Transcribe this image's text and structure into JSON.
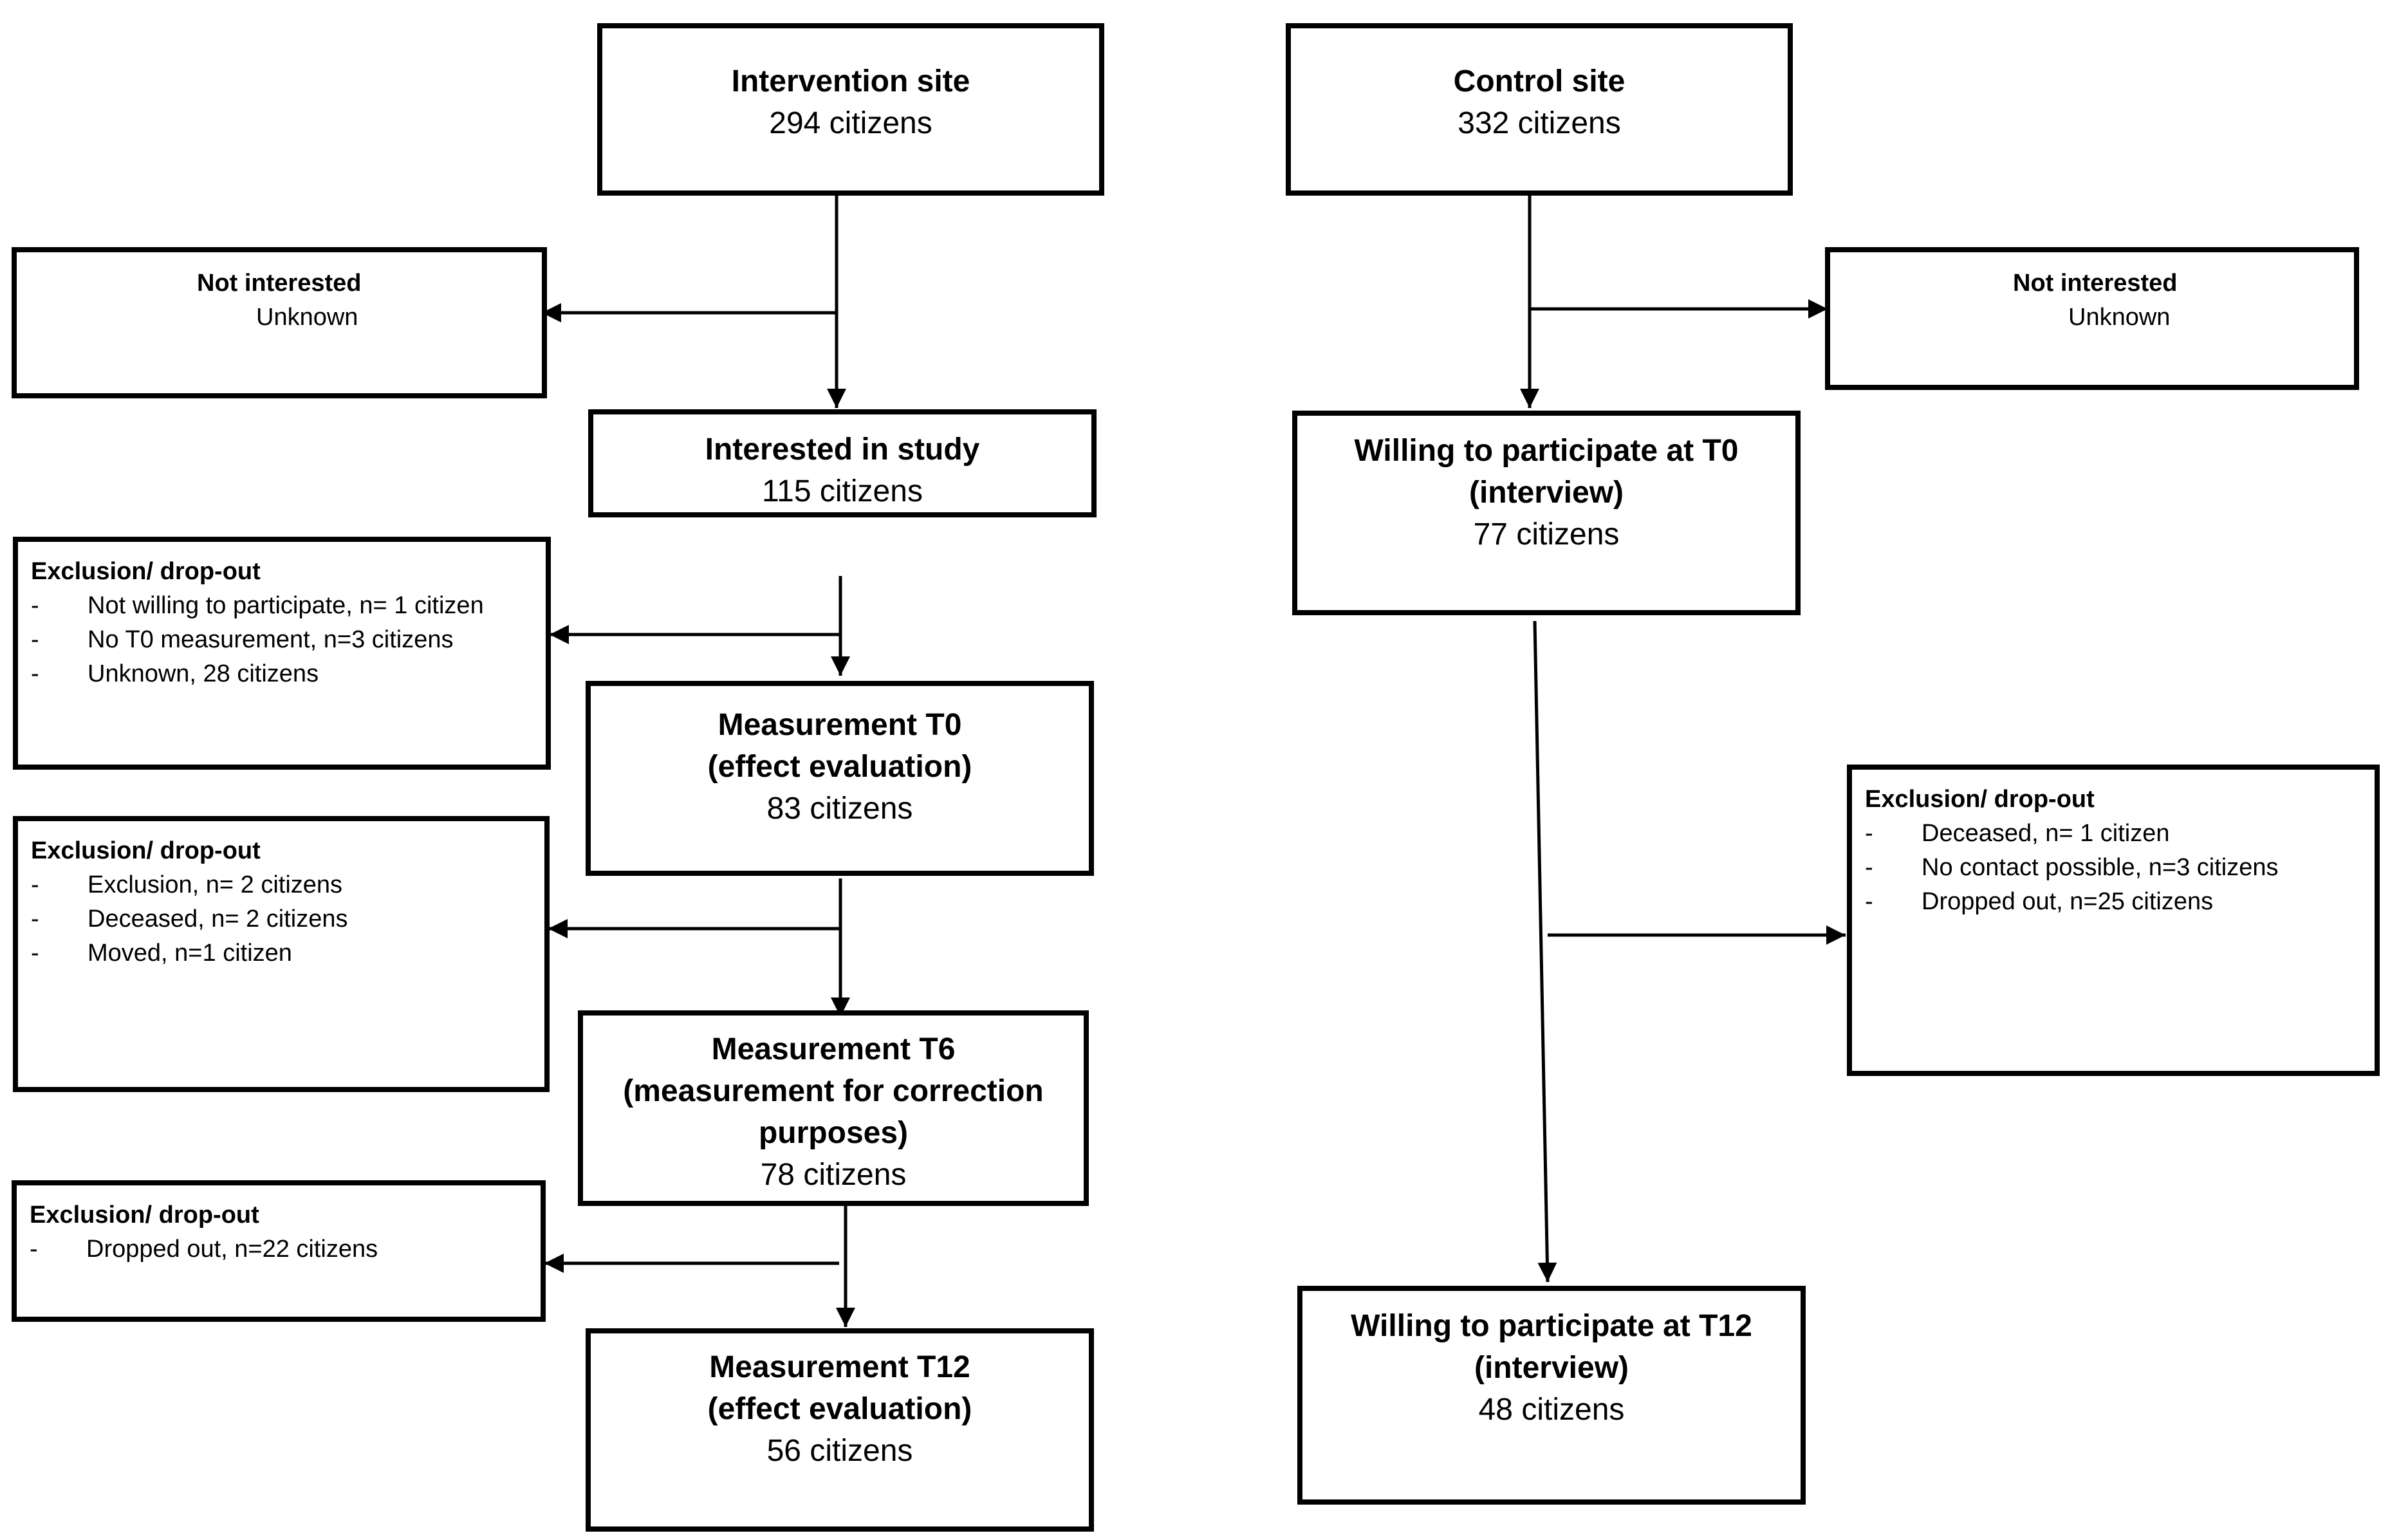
{
  "intervention": {
    "site": {
      "title": "Intervention site",
      "count": "294 citizens"
    },
    "not_interested": {
      "title": "Not interested",
      "value": "Unknown"
    },
    "interested": {
      "title": "Interested in study",
      "count": "115 citizens"
    },
    "dropout1": {
      "title": "Exclusion/ drop-out",
      "items": [
        "Not willing to participate, n= 1 citizen",
        "No T0 measurement, n=3 citizens",
        "Unknown, 28 citizens"
      ]
    },
    "t0": {
      "title_line1": "Measurement T0",
      "title_line2": "(effect evaluation)",
      "count": "83 citizens"
    },
    "dropout2": {
      "title": "Exclusion/ drop-out",
      "items": [
        "Exclusion, n= 2 citizens",
        "Deceased, n= 2 citizens",
        "Moved, n=1 citizen"
      ]
    },
    "t6": {
      "title_line1": "Measurement T6",
      "title_line2": "(measurement for correction",
      "title_line3": "purposes)",
      "count": "78 citizens"
    },
    "dropout3": {
      "title": "Exclusion/ drop-out",
      "items": [
        "Dropped out, n=22 citizens"
      ]
    },
    "t12": {
      "title_line1": "Measurement T12",
      "title_line2": "(effect evaluation)",
      "count": "56 citizens"
    }
  },
  "control": {
    "site": {
      "title": "Control site",
      "count": "332 citizens"
    },
    "not_interested": {
      "title": "Not interested",
      "value": "Unknown"
    },
    "t0": {
      "title_line1": "Willing to participate at T0",
      "title_line2": "(interview)",
      "count": "77 citizens"
    },
    "dropout": {
      "title": "Exclusion/ drop-out",
      "items": [
        "Deceased, n= 1 citizen",
        "No contact possible, n=3 citizens",
        "Dropped out, n=25 citizens"
      ]
    },
    "t12": {
      "title_line1": "Willing to participate at T12",
      "title_line2": "(interview)",
      "count": "48 citizens"
    }
  },
  "bullet": "-"
}
